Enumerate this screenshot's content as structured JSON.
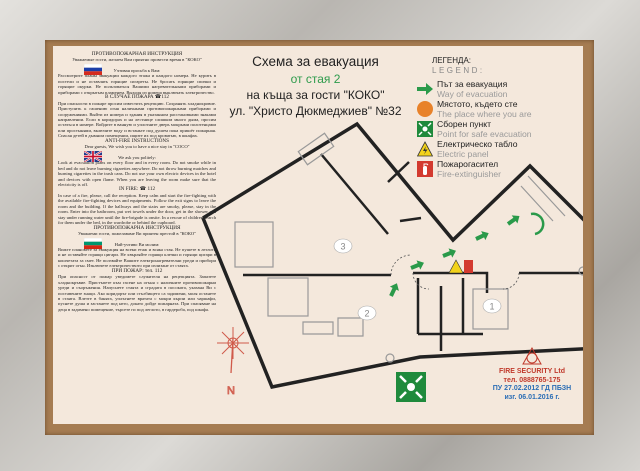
{
  "instructions": {
    "ru": {
      "heading": "ПРОТИВОПОЖАРНАЯ ИНСТРУКЦИЯ",
      "greeting": "Уважаемые гости, желаем Вам приятно провести время в \"КОКО\"",
      "request": "Учтивая просьба к Вам:",
      "rules": "Рассмотрите планы эвакуации каждого этажа и каждого номера. Не курить в постели и не оставлять горящие сигареты. Не бросать горящие спички и горящие окурки. Не пользоваться Вашими нагревательными приборами и приборами с открытым пламенем. Выходя из номера выключать электричество.",
      "fire_heading": "В СЛУЧАЕ ПОЖАРА ☎112",
      "fire_text": "При опасности в пожаре просим известить рецепцию. Сохранять хладнокровие. Приступить к гашению огня наличными противопожарными приборами и сооружениями. Выйти из номера и здания в указанном расстановками знаками направлении. Если в коридорах и на лестнице слишком много дыма, просим остаться в номере. Войдите в ванную и уплотните дверь мокрыми полотенцами или простынями, включите воду и встаньте под душем пока пришёт пожарная. Спасая детей в дымном помещении, ищите их под кроватью, в шкафах."
    },
    "en": {
      "heading": "ANTI-FIRE INSTRUCTIONS",
      "greeting": "Dear guests, We wish you to have a nice stay in \"COCO\"",
      "request": "We ask you politely:",
      "rules": "Look at evacuation plans on every floor and in every room. Do not smoke while in bed and do not leave burning cigarettes anywhere. Do not throw burning matches and burning cigarettes in the trash cans. Do not use your own electric devices in the hotel and devices with open flame. When you are leaving the room make sure that the electricity is off.",
      "fire_heading": "IN FIRE: ☎ 112",
      "fire_text": "In case of a fire, please, call the reception. Keep calm and start the fire-fighting with the available fire-fighting devices and equipments. Follow the exit signs to leave the room and the building. If the hallways and the stairs are smoky, please, stay in the room. Enter into the bathroom, put wet towels under the door, get in the shower and stay under running water until the fire-brigade is onsite. In a rescue of children search for them under the bed, in the wardrobe or behind the cupboard."
    },
    "bg": {
      "heading": "ПРОТИВОПОЖАРНА ИНСТРУКЦИЯ",
      "greeting": "Уважаеми гости, пожелаваме Ви приятен престой в \"КОКО\"",
      "request": "Най-учтиво Ви молим:",
      "rules": "Вижте плановете за евакуация на всеки етаж и всяка стая. Не пушете в леглото и не оставяйте горящи цигари. Не хвърляйте горящи клечки и горящи цигари в кошчетата за смет. Не ползвайте Вашите електронагревателни уреди и прибори с открит огън. Изключете електричеството при излизане от стаята.",
      "fire_heading": "ПРИ ПОЖАР: тел. 112",
      "fire_text": "При опасност от пожар уведомете служителя на рецепцията. Запазете хладнокръвие. Пристъпете към гасене на огъня с наличните противопожарни уреди и съоръжения. Напуснете стаята и сградата в посоката, указана Ви с поставените знаци. Ако коридорът или стълбището са задимени, моля останете в стаята. Влезте в банята, уплътнете вратата с мокри кърпи или чаршафи, пуснете душа и застанете под него, докато дойде пожарната. При спасяване на деца в задимено помещение, търсете ги под леглото, в гардероба, под шкафа."
    }
  },
  "title": {
    "line1": "Схема за евакуация",
    "line2": "от стая 2",
    "line3": "на къща за гости \"КОКО\"",
    "line4": "ул. \"Христо Дюкмеджиев\" №32"
  },
  "legend": {
    "title_bg": "ЛЕГЕНДА:",
    "title_en": "LEGEND:",
    "items": [
      {
        "icon": "green-arrow-icon",
        "bg": "Път за евакуация",
        "en": "Way of evacuation"
      },
      {
        "icon": "orange-circle-icon",
        "bg": "Мястото, където сте",
        "en": "The place where you are"
      },
      {
        "icon": "assembly-point-icon",
        "bg": "Сборен пункт",
        "en": "Point for safe evacuation"
      },
      {
        "icon": "electric-hazard-icon",
        "bg": "Електрическо табло",
        "en": "Electric panel"
      },
      {
        "icon": "fire-extinguisher-icon",
        "bg": "Пожарогасител",
        "en": "Fire-extinguisher"
      }
    ]
  },
  "plan": {
    "rooms": [
      "3",
      "2",
      "1"
    ],
    "compass_label": "N"
  },
  "stamp": {
    "company": "FIRE SECURITY Ltd",
    "phone": "тел. 0888765-175",
    "license": "ПУ 27.02.2012 ГД ПБЗН",
    "date": "изг. 06.01.2016 г."
  },
  "colors": {
    "evacuation": "#2a9a4a",
    "here": "#e8822a",
    "assembly": "#1f8a3c",
    "warning": "#f2d21b",
    "extinguisher": "#d33a2f",
    "paper": "#f4e8dc",
    "frame_wood": "#a57c52"
  }
}
